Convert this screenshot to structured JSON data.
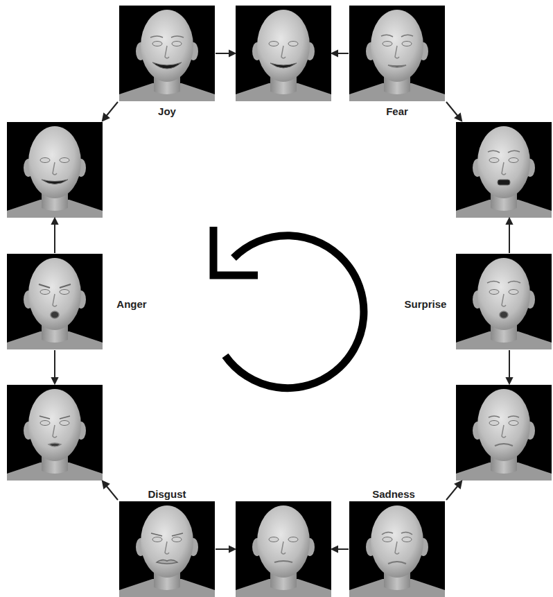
{
  "diagram": {
    "nodes": [
      {
        "text": [
          "Joy"
        ]
      },
      {
        "text": [
          "Fear"
        ]
      },
      {
        "text": [
          "Anger"
        ]
      },
      {
        "text": [
          "Surprise"
        ]
      },
      {
        "text": [
          "Disgust"
        ]
      },
      {
        "text": [
          "Sadness"
        ]
      }
    ]
  }
}
